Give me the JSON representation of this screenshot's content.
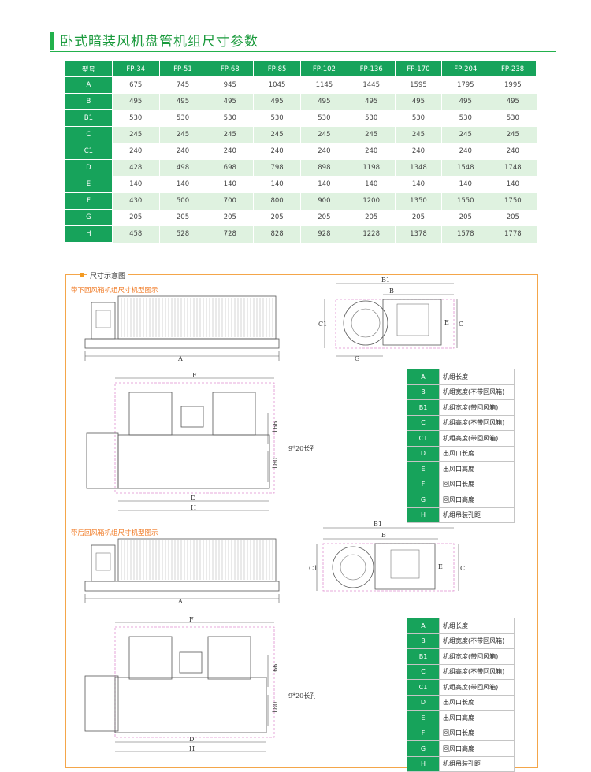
{
  "title": "卧式暗装风机盘管机组尺寸参数",
  "table": {
    "header": [
      "型号",
      "FP-34",
      "FP-51",
      "FP-68",
      "FP-85",
      "FP-102",
      "FP-136",
      "FP-170",
      "FP-204",
      "FP-238"
    ],
    "rows": [
      {
        "label": "A",
        "values": [
          "675",
          "745",
          "945",
          "1045",
          "1145",
          "1445",
          "1595",
          "1795",
          "1995"
        ]
      },
      {
        "label": "B",
        "values": [
          "495",
          "495",
          "495",
          "495",
          "495",
          "495",
          "495",
          "495",
          "495"
        ]
      },
      {
        "label": "B1",
        "values": [
          "530",
          "530",
          "530",
          "530",
          "530",
          "530",
          "530",
          "530",
          "530"
        ]
      },
      {
        "label": "C",
        "values": [
          "245",
          "245",
          "245",
          "245",
          "245",
          "245",
          "245",
          "245",
          "245"
        ]
      },
      {
        "label": "C1",
        "values": [
          "240",
          "240",
          "240",
          "240",
          "240",
          "240",
          "240",
          "240",
          "240"
        ]
      },
      {
        "label": "D",
        "values": [
          "428",
          "498",
          "698",
          "798",
          "898",
          "1198",
          "1348",
          "1548",
          "1748"
        ]
      },
      {
        "label": "E",
        "values": [
          "140",
          "140",
          "140",
          "140",
          "140",
          "140",
          "140",
          "140",
          "140"
        ]
      },
      {
        "label": "F",
        "values": [
          "430",
          "500",
          "700",
          "800",
          "900",
          "1200",
          "1350",
          "1550",
          "1750"
        ]
      },
      {
        "label": "G",
        "values": [
          "205",
          "205",
          "205",
          "205",
          "205",
          "205",
          "205",
          "205",
          "205"
        ]
      },
      {
        "label": "H",
        "values": [
          "458",
          "528",
          "728",
          "828",
          "928",
          "1228",
          "1378",
          "1578",
          "1778"
        ]
      }
    ]
  },
  "diagram": {
    "section_title": "尺寸示意图",
    "sub1": "带下回风箱机组尺寸机型图示",
    "sub2": "带后回风箱机组尺寸机型图示",
    "hole_label": "9*20长孔",
    "dims": {
      "a": "A",
      "b": "B",
      "b1": "B1",
      "c": "C",
      "c1": "C1",
      "d": "D",
      "e": "E",
      "f": "F",
      "g": "G",
      "h": "H",
      "d166": "166",
      "d180": "180"
    }
  },
  "legend1": [
    {
      "k": "A",
      "d": "机组长度"
    },
    {
      "k": "B",
      "d": "机组宽度(不带回风箱)"
    },
    {
      "k": "B1",
      "d": "机组宽度(带回风箱)"
    },
    {
      "k": "C",
      "d": "机组高度(不带回风箱)"
    },
    {
      "k": "C1",
      "d": "机组高度(带回风箱)"
    },
    {
      "k": "D",
      "d": "出风口长度"
    },
    {
      "k": "E",
      "d": "出风口高度"
    },
    {
      "k": "F",
      "d": "回风口长度"
    },
    {
      "k": "G",
      "d": "回风口高度"
    },
    {
      "k": "H",
      "d": "机组吊装孔距"
    }
  ],
  "legend2": [
    {
      "k": "A",
      "d": "机组长度"
    },
    {
      "k": "B",
      "d": "机组宽度(不带回风箱)"
    },
    {
      "k": "B1",
      "d": "机组宽度(带回风箱)"
    },
    {
      "k": "C",
      "d": "机组高度(不带回风箱)"
    },
    {
      "k": "C1",
      "d": "机组高度(带回风箱)"
    },
    {
      "k": "D",
      "d": "出风口长度"
    },
    {
      "k": "E",
      "d": "出风口高度"
    },
    {
      "k": "F",
      "d": "回风口长度"
    },
    {
      "k": "G",
      "d": "回风口高度"
    },
    {
      "k": "H",
      "d": "机组吊装孔距"
    }
  ]
}
